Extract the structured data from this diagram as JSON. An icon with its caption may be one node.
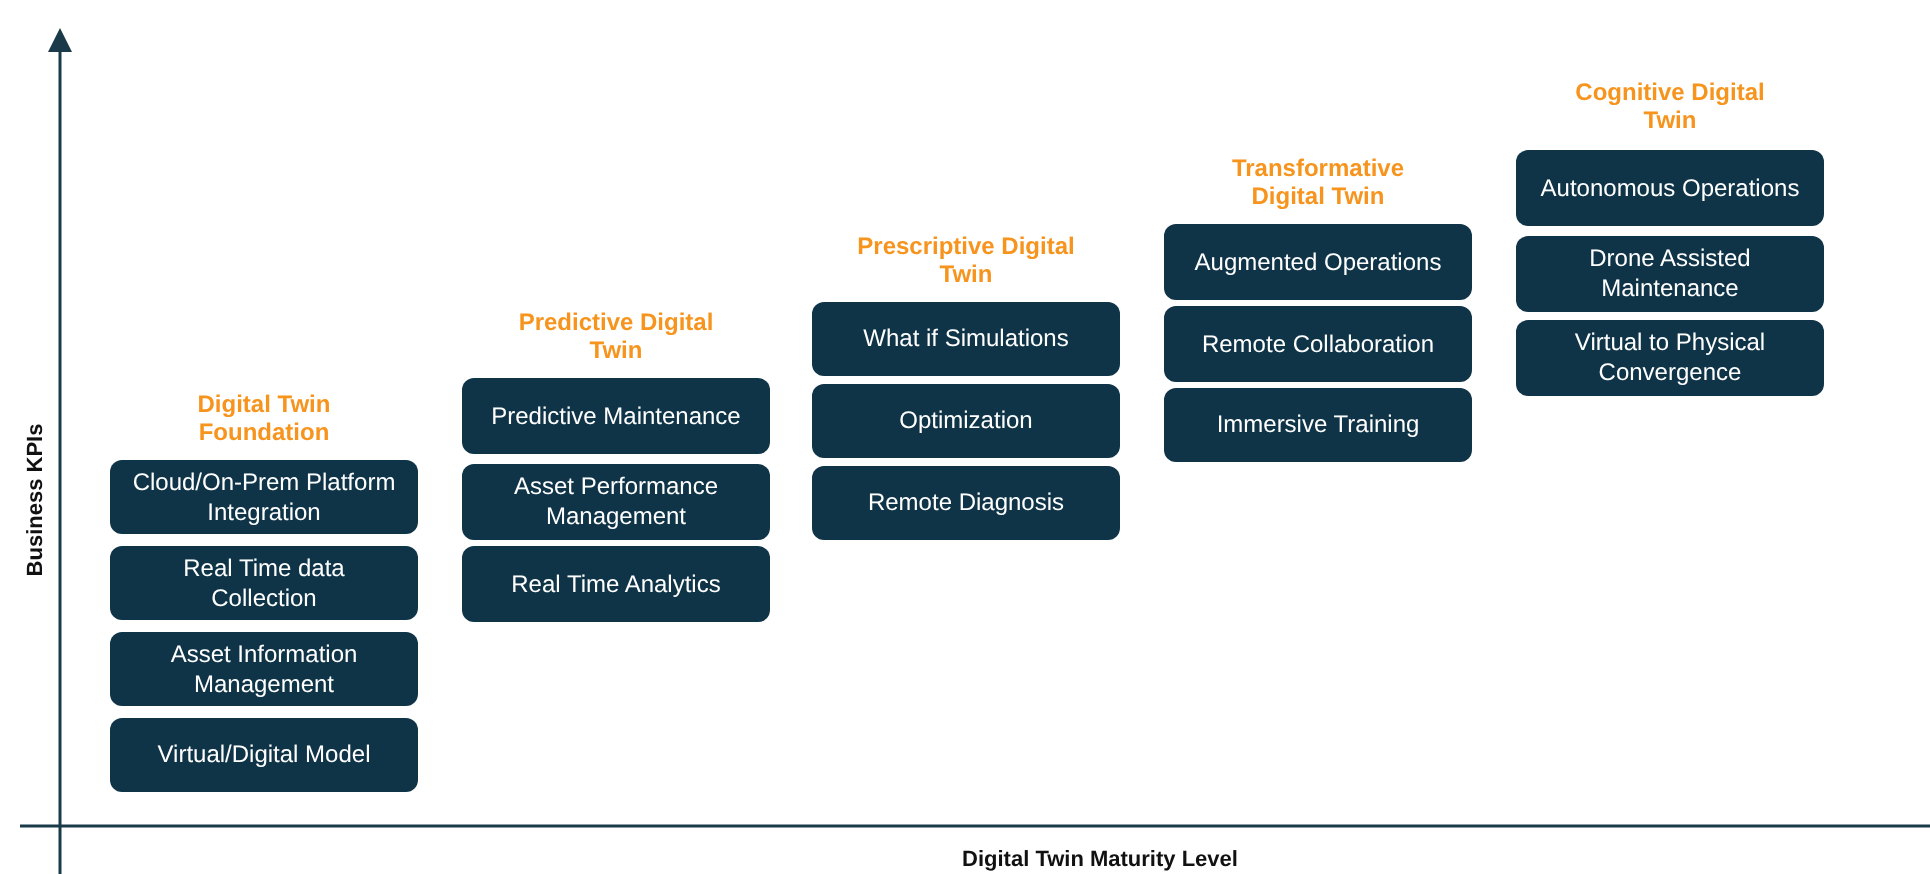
{
  "diagram": {
    "nodes": [
      {
        "text": [
          "Cloud/On-Prem Platform Integration"
        ]
      },
      {
        "text": [
          "Real Time data Collection"
        ]
      },
      {
        "text": [
          "Asset Information Management"
        ]
      },
      {
        "text": [
          "Virtual/Digital Model"
        ]
      },
      {
        "text": [
          "Predictive Maintenance"
        ]
      },
      {
        "text": [
          "Asset Performance Management"
        ]
      },
      {
        "text": [
          "Real Time Analytics"
        ]
      },
      {
        "text": [
          "What if Simulations"
        ]
      },
      {
        "text": [
          "Optimization"
        ]
      },
      {
        "text": [
          "Remote Diagnosis"
        ]
      },
      {
        "text": [
          "Augmented Operations"
        ]
      },
      {
        "text": [
          "Remote Collaboration"
        ]
      },
      {
        "text": [
          "Immersive Training"
        ]
      },
      {
        "text": [
          "Autonomous Operations"
        ]
      },
      {
        "text": [
          "Drone Assisted Maintenance"
        ]
      },
      {
        "text": [
          "Virtual to Physical Convergence"
        ]
      }
    ],
    "labels": [
      "Digital Twin Foundation",
      "Predictive Digital Twin",
      "Prescriptive Digital Twin",
      "Transformative Digital Twin",
      "Cognitive Digital Twin",
      "Business KPIs",
      "Digital Twin Maturity Level"
    ]
  }
}
